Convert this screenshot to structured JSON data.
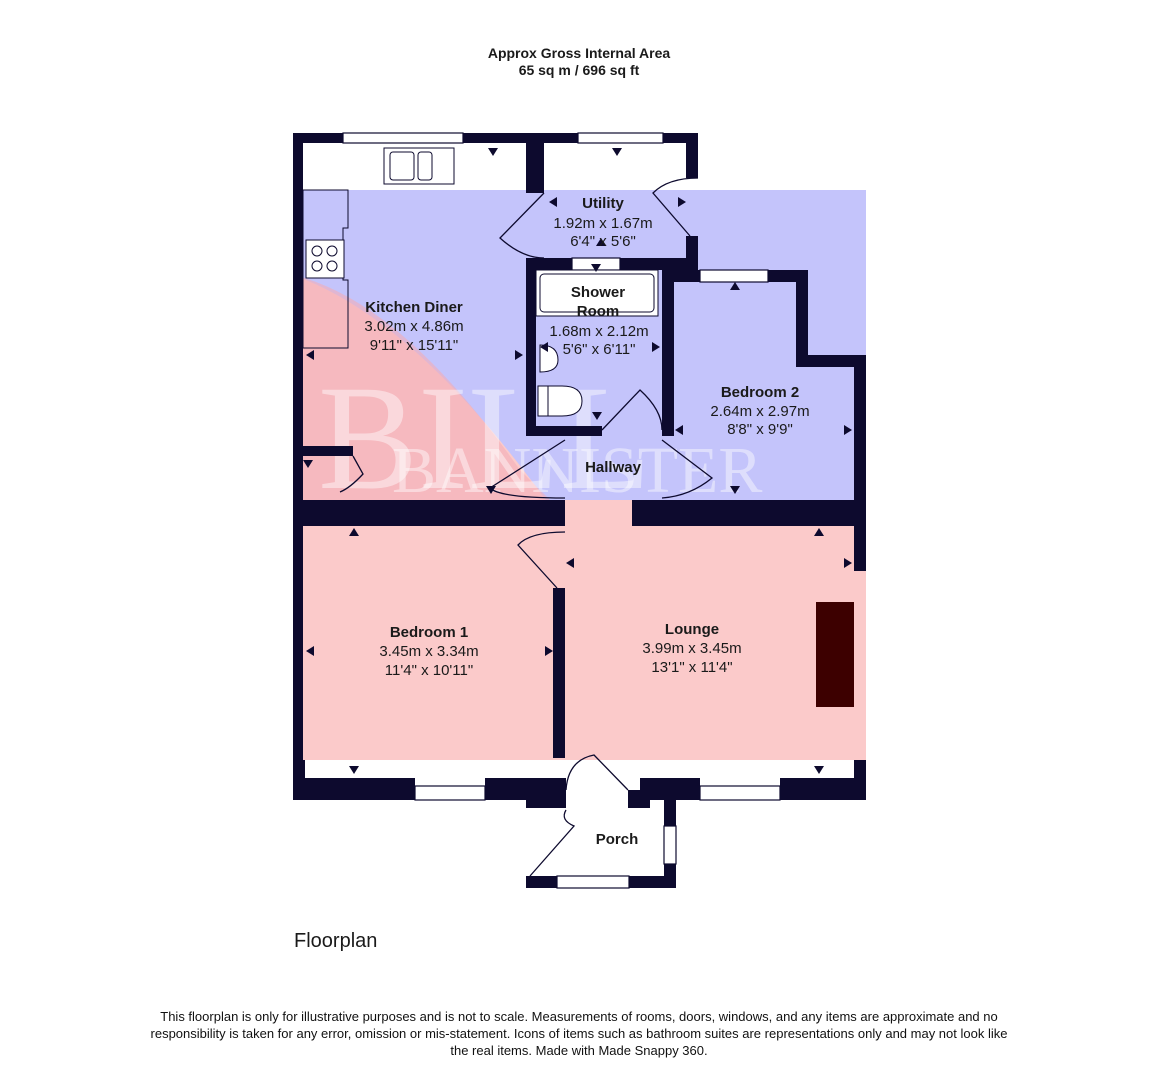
{
  "header": {
    "area_title": "Approx Gross Internal Area",
    "area_value": "65 sq m / 696 sq ft"
  },
  "floor_label": "Floorplan",
  "rooms": {
    "kitchen": {
      "name": "Kitchen Diner",
      "metric": "3.02m x 4.86m",
      "imperial": "9'11\" x 15'11\""
    },
    "utility": {
      "name": "Utility",
      "metric": "1.92m x 1.67m",
      "imperial": "6'4\" x 5'6\""
    },
    "shower": {
      "name_line1": "Shower",
      "name_line2": "Room",
      "metric": "1.68m x 2.12m",
      "imperial": "5'6\" x 6'11\""
    },
    "bedroom2": {
      "name": "Bedroom 2",
      "metric": "2.64m x 2.97m",
      "imperial": "8'8\" x 9'9\""
    },
    "hallway": {
      "name": "Hallway"
    },
    "bedroom1": {
      "name": "Bedroom 1",
      "metric": "3.45m x 3.34m",
      "imperial": "11'4\" x 10'11\""
    },
    "lounge": {
      "name": "Lounge",
      "metric": "3.99m x 3.45m",
      "imperial": "13'1\" x 11'4\""
    },
    "porch": {
      "name": "Porch"
    }
  },
  "watermark": {
    "line1": "BILL",
    "line2": "BANNISTER"
  },
  "disclaimer": "This floorplan is only for illustrative purposes and is not to scale. Measurements of rooms, doors, windows, and any items are approximate and no responsibility is taken for any error, omission or mis-statement. Icons of items such as bathroom suites are representations only and may not look like the real items. Made with Made Snappy 360.",
  "colors": {
    "wall": "#0d0a2e",
    "watermark_blue": "#c4c4fb",
    "watermark_red": "#fbcaca",
    "watermark_dark": "#3d0000"
  }
}
